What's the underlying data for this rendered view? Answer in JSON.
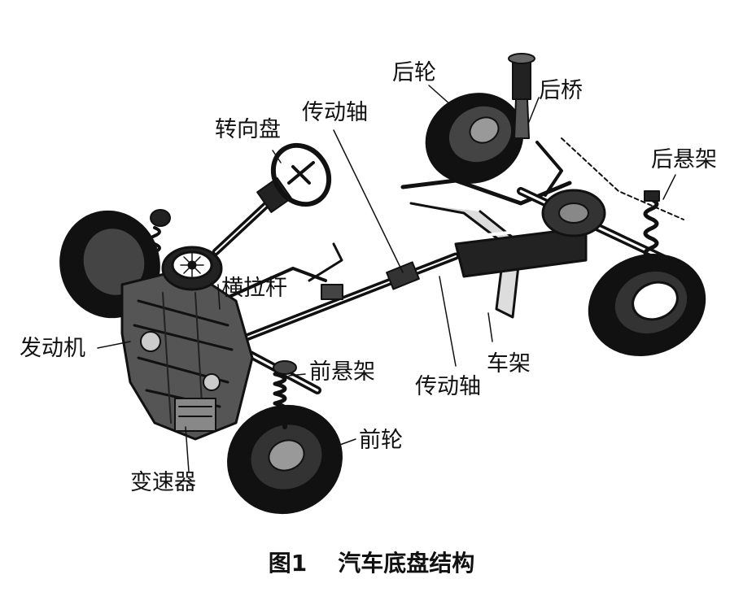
{
  "labels": {
    "rear_wheel": "后轮",
    "rear_axle": "后桥",
    "rear_suspension": "后悬架",
    "steering_wheel": "转向盘",
    "drive_shaft_top": "传动轴",
    "tie_rod": "横拉杆",
    "engine": "发动机",
    "front_suspension": "前悬架",
    "drive_shaft_bottom": "传动轴",
    "frame": "车架",
    "front_wheel": "前轮",
    "gearbox": "变速器"
  },
  "caption": {
    "number": "图1",
    "title": "汽车底盘结构"
  }
}
